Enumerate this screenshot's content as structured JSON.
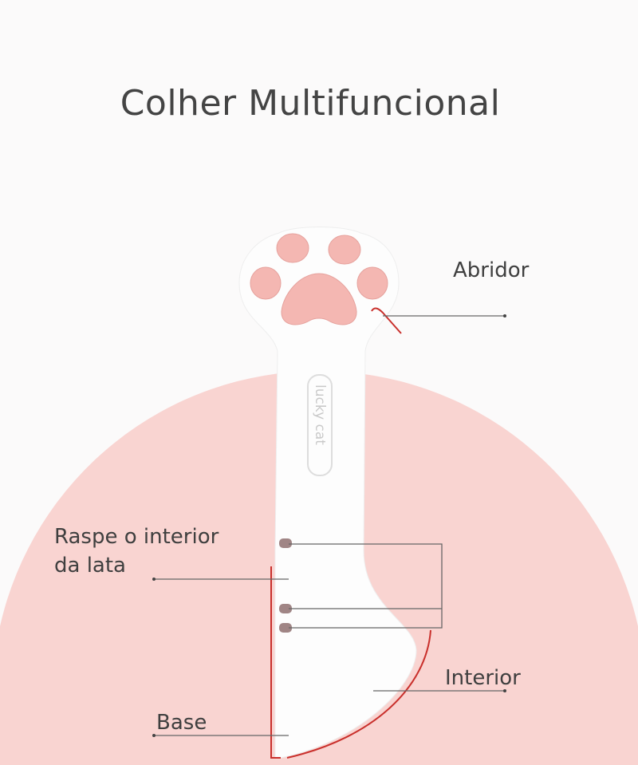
{
  "title": "Colher Multifuncional",
  "labels": {
    "opener": "Abridor",
    "scrape_line1": "Raspe o interior",
    "scrape_line2": "da lata",
    "interior": "Interior",
    "base": "Base"
  },
  "product_brand": "lucky cat",
  "colors": {
    "background": "#fbfafa",
    "circle": "#f9d4d1",
    "paw_pads": "#f4b7b2",
    "accent_line": "#c9302c",
    "leader_line": "#555555"
  }
}
